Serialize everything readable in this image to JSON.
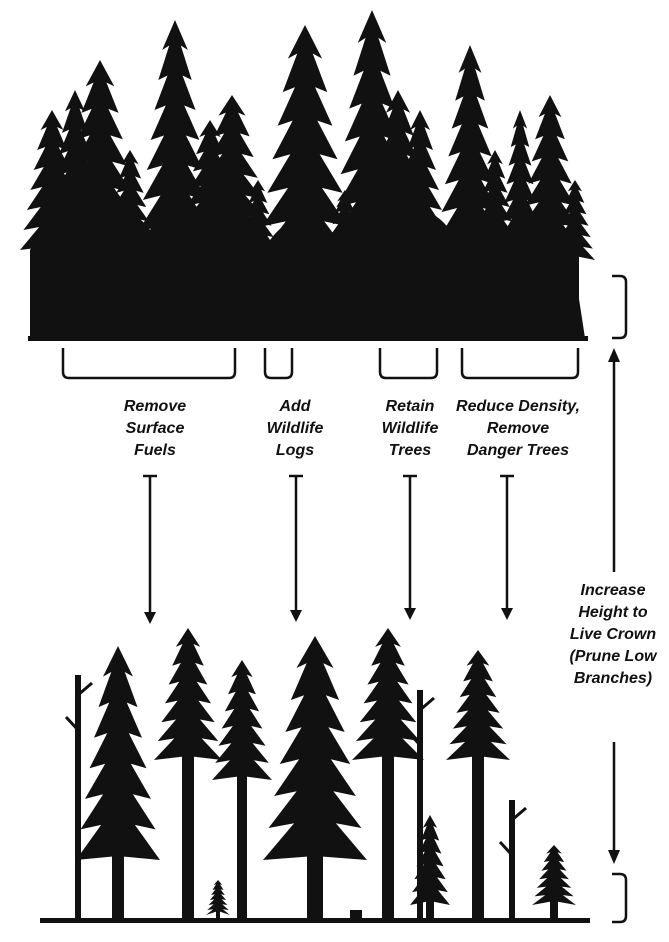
{
  "labels": {
    "remove_fuels": [
      "Remove",
      "Surface",
      "Fuels"
    ],
    "wildlife_logs": [
      "Add",
      "Wildlife",
      "Logs"
    ],
    "wildlife_trees": [
      "Retain",
      "Wildlife",
      "Trees"
    ],
    "reduce_density": [
      "Reduce Density,",
      "Remove",
      "Danger Trees"
    ],
    "crown_height": [
      "Increase",
      "Height to",
      "Live Crown",
      "(Prune Low",
      "Branches)"
    ]
  },
  "colors": {
    "ink": "#111111",
    "background": "#ffffff"
  }
}
